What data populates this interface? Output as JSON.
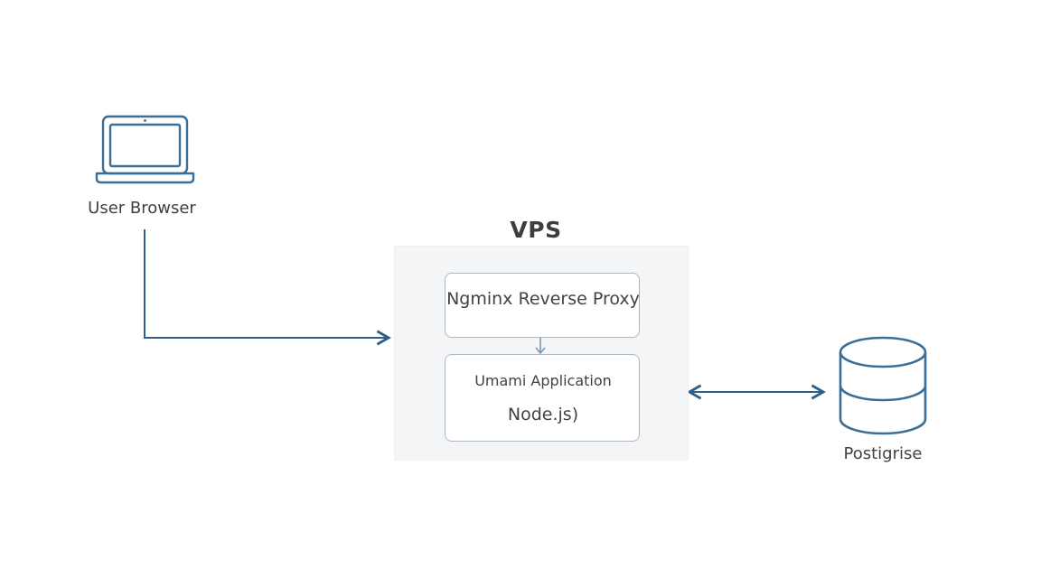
{
  "browser": {
    "label": "User Browser",
    "icon": "laptop-icon"
  },
  "vps": {
    "title": "VPS",
    "nginx_label": "Ngminx Reverse Proxy",
    "umami_title": "Umami Application",
    "umami_subtitle": "Node.js)"
  },
  "database": {
    "label": "Postigrise",
    "icon": "database-icon"
  },
  "colors": {
    "line": "#2e5f88",
    "icon": "#3a6e96",
    "card_border": "#aeb8c2",
    "vps_fill": "#f4f5f6",
    "text": "#3d4146"
  }
}
